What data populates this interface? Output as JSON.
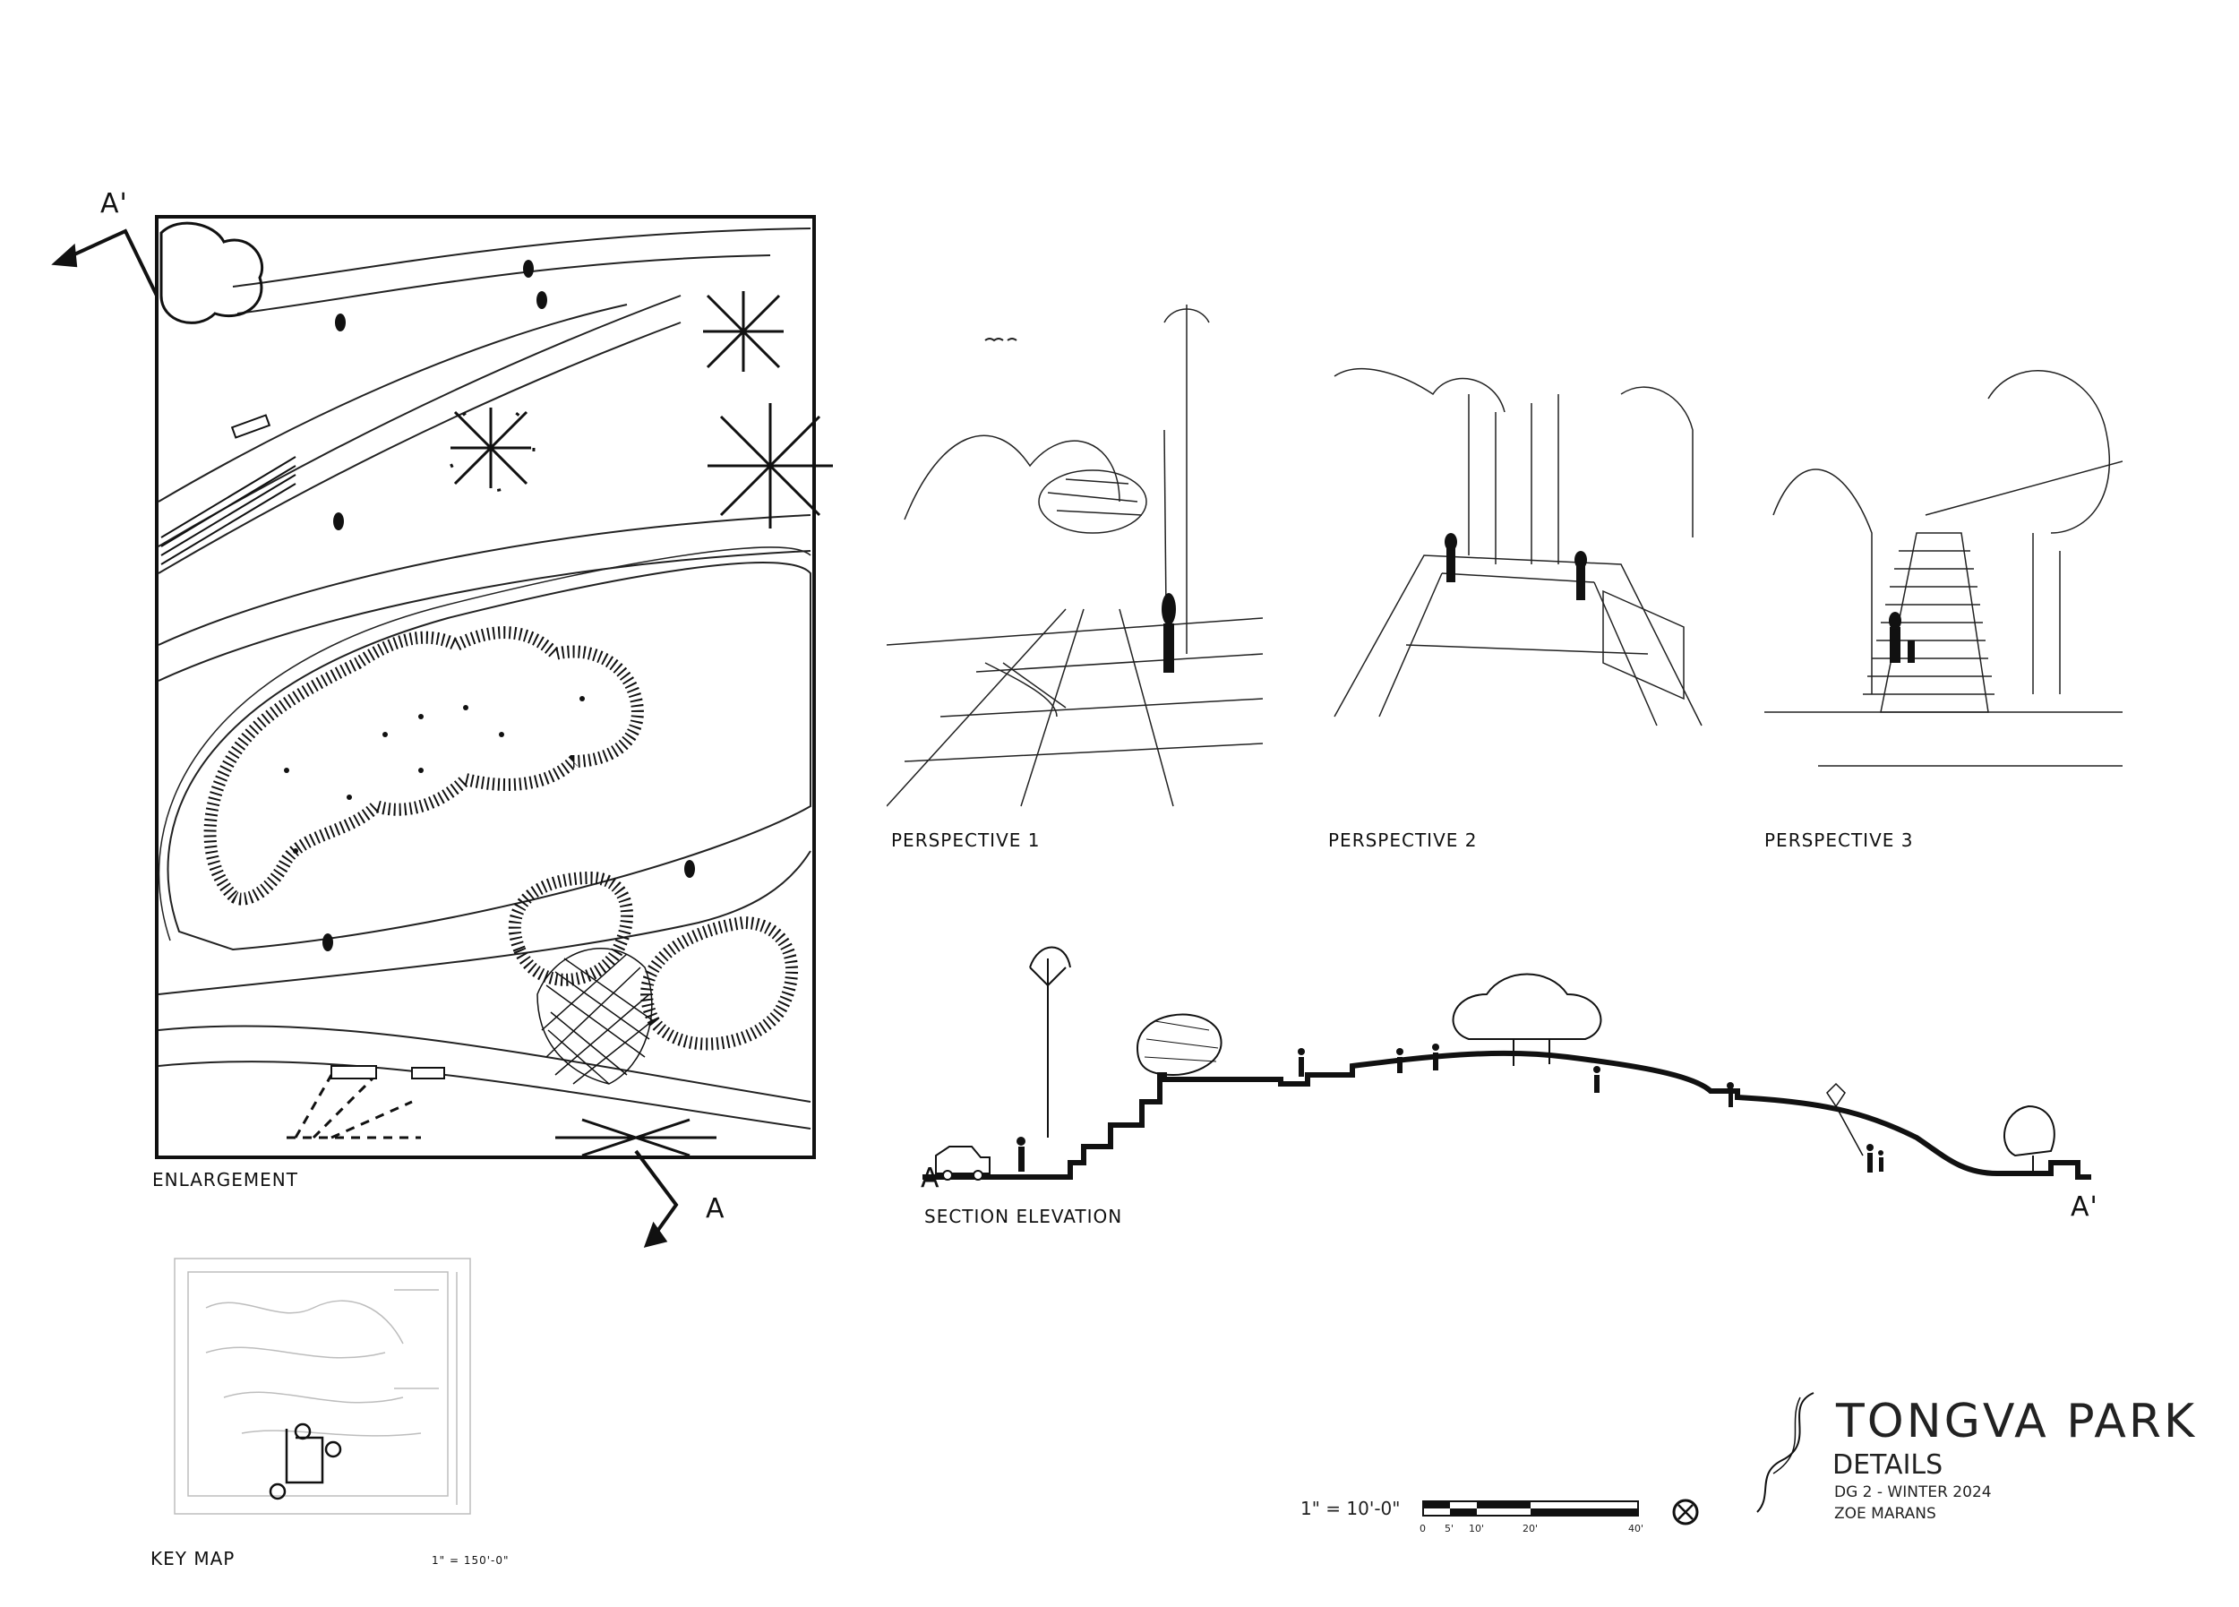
{
  "labels": {
    "enlargement": "ENLARGEMENT",
    "key_map": "KEY MAP",
    "key_map_scale": "1\" = 150'-0\"",
    "perspective_1": "PERSPECTIVE 1",
    "perspective_2": "PERSPECTIVE 2",
    "perspective_3": "PERSPECTIVE 3",
    "section_elevation": "SECTION ELEVATION",
    "section_a_left": "A",
    "section_a_right": "A'",
    "plan_a_top": "A'",
    "plan_a_bottom": "A"
  },
  "scale_bar": {
    "ratio": "1\" = 10'-0\"",
    "ticks": [
      "0",
      "5'",
      "10'",
      "20'",
      "40'"
    ]
  },
  "title_block": {
    "project": "TONGVA PARK",
    "sheet": "DETAILS",
    "course": "DG 2 - WINTER 2024",
    "author": "ZOE MARANS"
  },
  "icons": {
    "north": "north-arrow-icon",
    "section_marker": "section-cut-arrow-icon"
  }
}
